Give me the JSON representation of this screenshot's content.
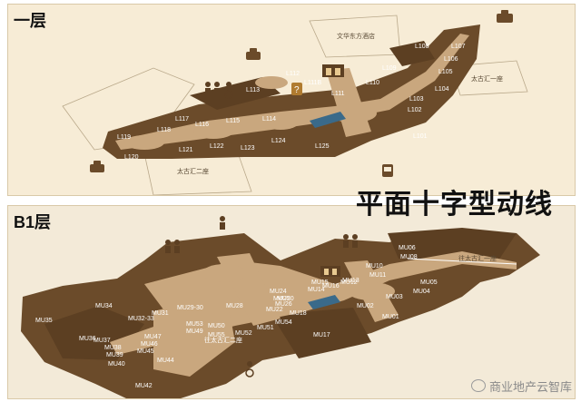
{
  "top_panel": {
    "floor_label": "一层",
    "landmarks": {
      "hotel": "文华东方酒店",
      "tower1": "太古汇一座",
      "tower2": "太古汇二座"
    },
    "units": [
      "L101",
      "L102",
      "L103",
      "L104",
      "L105",
      "L106",
      "L107",
      "L108",
      "L109",
      "L110",
      "L111",
      "L112",
      "L113",
      "L114",
      "L115",
      "L116",
      "L117",
      "L118",
      "L119",
      "L120",
      "L121",
      "L122",
      "L123",
      "L124",
      "L125",
      "L111B"
    ]
  },
  "headline": "平面十字型动线",
  "bottom_panel": {
    "floor_label": "B1层",
    "landmarks": {
      "to_tower1": "往太古汇一座",
      "to_tower2": "往太古汇二座"
    },
    "units": [
      "MU01",
      "MU02",
      "MU03",
      "MU04",
      "MU05",
      "MU06",
      "MU08",
      "MU10",
      "MU11",
      "MU12",
      "MU13",
      "MU14",
      "MU15",
      "MU16",
      "MU17",
      "MU18",
      "MU20",
      "MU22",
      "MU24",
      "MU25",
      "MU26",
      "MU28",
      "MU29-30",
      "MU31",
      "MU32-33",
      "MU34",
      "MU35",
      "MU36",
      "MU37",
      "MU38",
      "MU39",
      "MU40",
      "MU42",
      "MU44",
      "MU45",
      "MU46",
      "MU47",
      "MU49",
      "MU50",
      "MU51",
      "MU52",
      "MU53",
      "MU54",
      "MU55"
    ]
  },
  "watermark": "商业地产云智库",
  "icon_names": [
    "taxi-icon",
    "restroom-icon",
    "info-icon",
    "elevator-icon",
    "bus-icon",
    "accessible-icon"
  ],
  "colors": {
    "unit": "#6b4b2a",
    "unit_light": "#8a6a44",
    "corridor": "#c9a77e",
    "background": "#f7ecd6",
    "water": "#3a6a8a"
  }
}
